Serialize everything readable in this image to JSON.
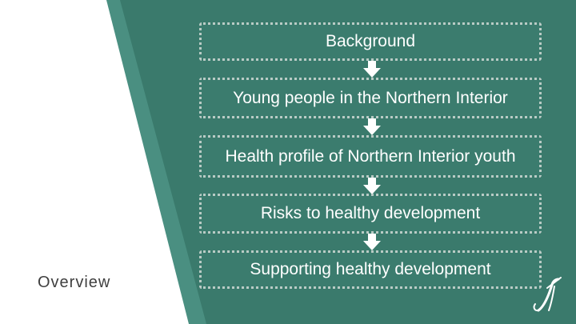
{
  "colors": {
    "background": "#ffffff",
    "panel_light": "#4a8f81",
    "panel_dark": "#3a7a6c",
    "box_fill": "#3b7c6e",
    "box_border": "#b9cbc5",
    "arrow": "#ffffff",
    "text_light": "#ffffff",
    "text_dark": "#3f3f3f"
  },
  "flow": {
    "steps": [
      {
        "label": "Background"
      },
      {
        "label": "Young people in the Northern Interior"
      },
      {
        "label": "Health profile of  Northern Interior youth"
      },
      {
        "label": "Risks to healthy development"
      },
      {
        "label": "Supporting healthy development"
      }
    ]
  },
  "section_label": "Overview",
  "logo_icon": "institution-logo-icon"
}
